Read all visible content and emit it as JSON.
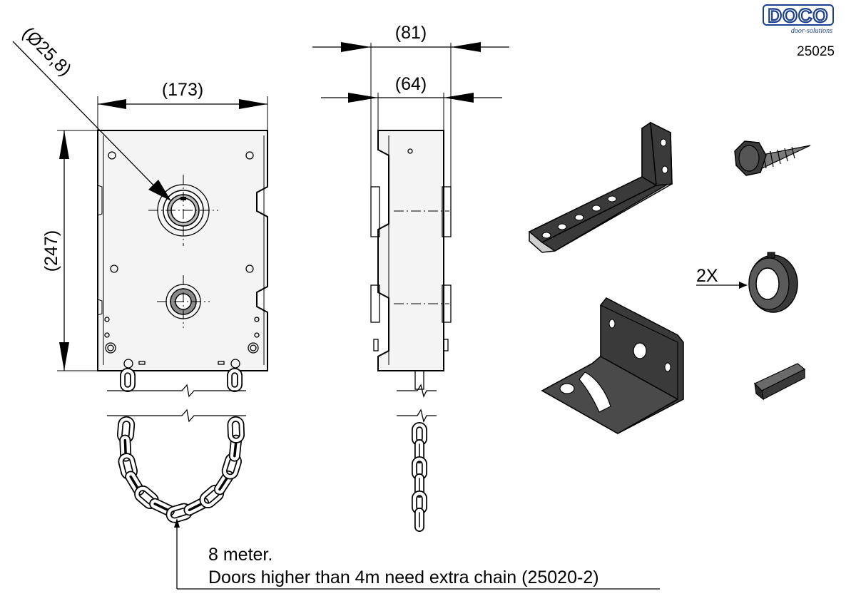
{
  "brand": {
    "logo": "DOCO",
    "tagline": "door-solutions",
    "part_number": "25025"
  },
  "dimensions": {
    "shaft_diameter": "(Ø25,8)",
    "width": "(173)",
    "height": "(247)",
    "depth_outer": "(81)",
    "depth_inner": "(64)"
  },
  "labels": {
    "collar_qty": "2X"
  },
  "chain_note": {
    "line1": "8 meter.",
    "line2": "Doors higher than 4m need extra chain (25020-2)"
  },
  "colors": {
    "brand_blue": "#1b3f8f",
    "part_dark": "#3a3a3a",
    "housing": "#f4f4f4"
  }
}
